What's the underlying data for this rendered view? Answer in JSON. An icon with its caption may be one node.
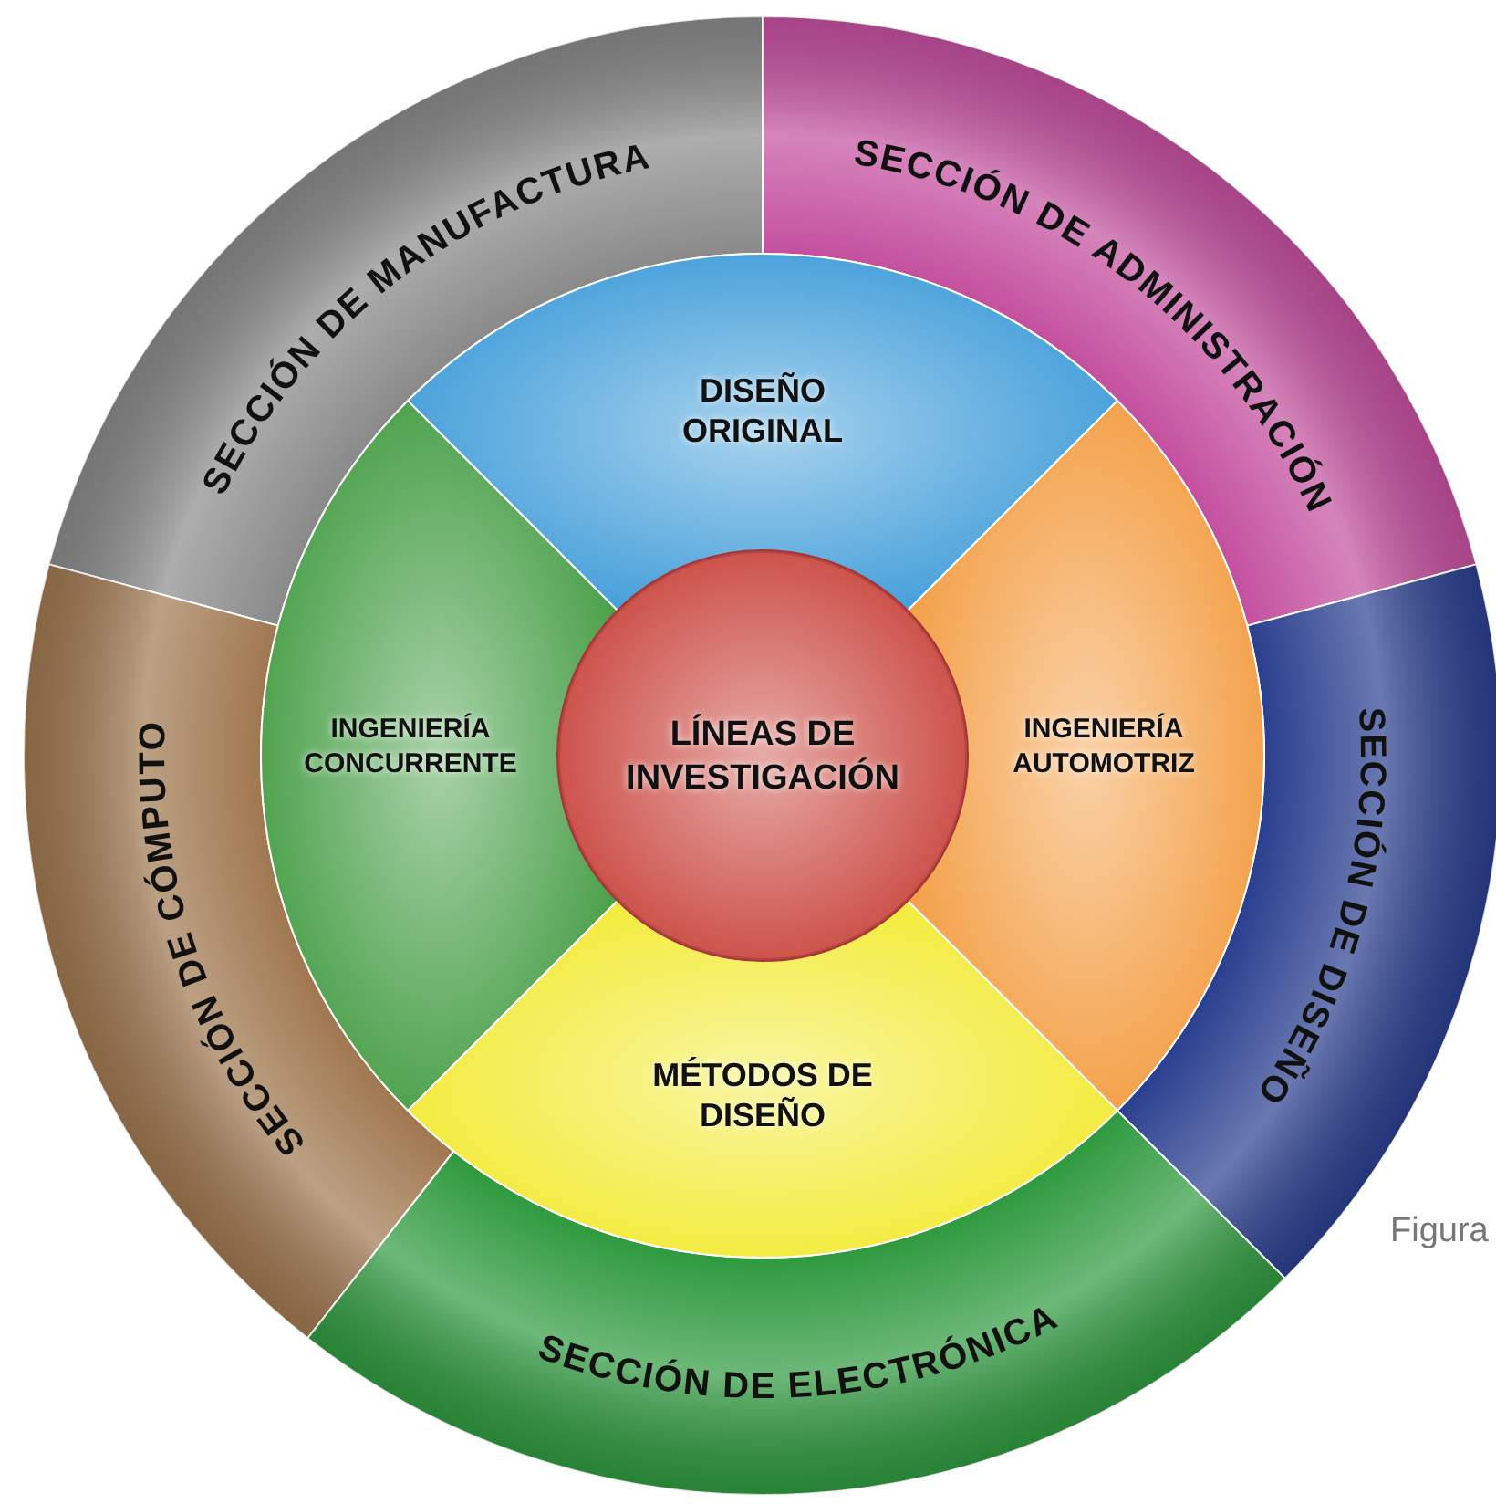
{
  "diagram": {
    "nodes": [
      {
        "text": [
          "SECCIÓN DE MANUFACTURA"
        ]
      },
      {
        "text": [
          "SECCIÓN DE ADMINISTRACIÓN"
        ]
      },
      {
        "text": [
          "DISEÑO ORIGINAL"
        ]
      },
      {
        "text": [
          "INGENIERÍA CONCURRENTE"
        ]
      },
      {
        "text": [
          "LÍNEAS DE INVESTIGACIÓN"
        ]
      },
      {
        "text": [
          "INGENIERÍA AUTOMOTRIZ"
        ]
      },
      {
        "text": [
          "SECCIÓN DE CÓMPUTO"
        ]
      },
      {
        "text": [
          "SECCIÓN DE DISEÑO"
        ]
      },
      {
        "text": [
          "MÉTODOS DE DISEÑO"
        ]
      },
      {
        "text": [
          "SECCIÓN DE ELECTRÓNICA"
        ]
      }
    ],
    "labels": [
      "Figura"
    ]
  }
}
